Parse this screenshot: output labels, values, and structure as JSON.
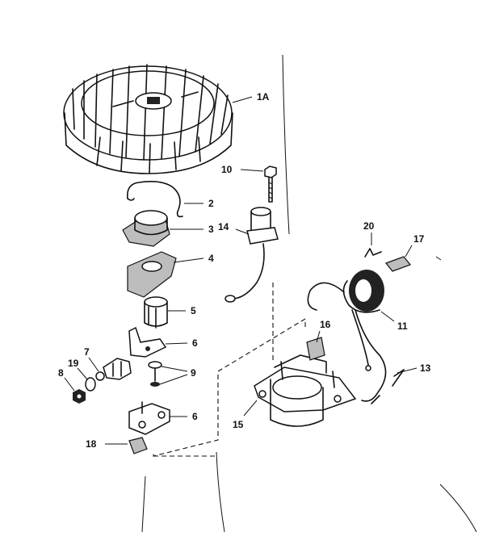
{
  "diagram": {
    "callouts": [
      {
        "id": "flywheel",
        "label": "1A"
      },
      {
        "id": "spring",
        "label": "2"
      },
      {
        "id": "cam",
        "label": "3"
      },
      {
        "id": "gasket",
        "label": "4"
      },
      {
        "id": "sleeve",
        "label": "5"
      },
      {
        "id": "breaker-arm",
        "label": "6"
      },
      {
        "id": "breaker-plate",
        "label": "6"
      },
      {
        "id": "washer-7",
        "label": "7"
      },
      {
        "id": "nut-8",
        "label": "8"
      },
      {
        "id": "screws-9",
        "label": "9"
      },
      {
        "id": "bolt-10",
        "label": "10"
      },
      {
        "id": "washer-11",
        "label": "11"
      },
      {
        "id": "coil",
        "label": "13"
      },
      {
        "id": "leads",
        "label": "14"
      },
      {
        "id": "condenser",
        "label": "15"
      },
      {
        "id": "bracket",
        "label": "16"
      },
      {
        "id": "terminal",
        "label": "17"
      },
      {
        "id": "cover",
        "label": "18"
      },
      {
        "id": "clip-19",
        "label": "19"
      },
      {
        "id": "wire-20",
        "label": "20"
      }
    ]
  }
}
